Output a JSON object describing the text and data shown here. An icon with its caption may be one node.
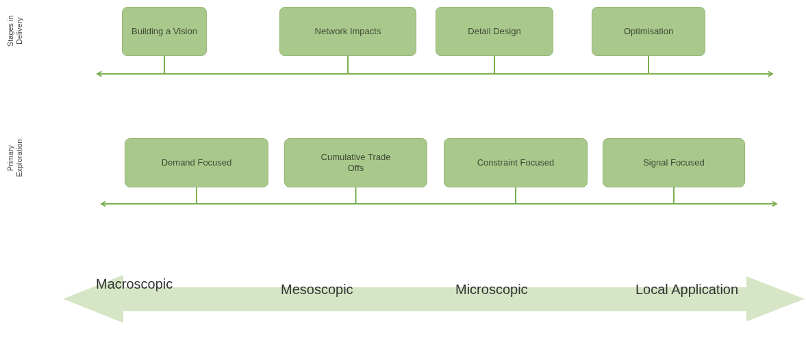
{
  "diagram": {
    "nodes": [
      {
        "text": [
          "Building a Vision"
        ]
      },
      {
        "text": [
          "Network Impacts"
        ]
      },
      {
        "text": [
          "Detail Design"
        ]
      },
      {
        "text": [
          "Optimisation"
        ]
      },
      {
        "text": [],
        "shape": "bar"
      },
      {
        "text": [
          "Demand Focused"
        ]
      },
      {
        "text": [
          "Cumulative Trade Offs"
        ]
      },
      {
        "text": [
          "Constraint Focused"
        ]
      },
      {
        "text": [
          "Signal Focused"
        ]
      },
      {
        "text": [],
        "shape": "bar"
      }
    ],
    "edges": [
      {
        "from": 0,
        "to": 4,
        "arrow": "none"
      },
      {
        "from": 1,
        "to": 4,
        "arrow": "none"
      },
      {
        "from": 2,
        "to": 4,
        "arrow": "none"
      },
      {
        "from": 3,
        "to": 4,
        "arrow": "none"
      },
      {
        "from": 5,
        "to": 9,
        "arrow": "none"
      },
      {
        "from": 6,
        "to": 9,
        "arrow": "none"
      },
      {
        "from": 7,
        "to": 9,
        "arrow": "none"
      },
      {
        "from": 8,
        "to": 9,
        "arrow": "none"
      }
    ],
    "labels": [
      "Stages in Delivery",
      "Primary Exploration",
      "Macroscopic",
      "Mesoscopic",
      "Microscopic",
      "Local Application"
    ]
  }
}
